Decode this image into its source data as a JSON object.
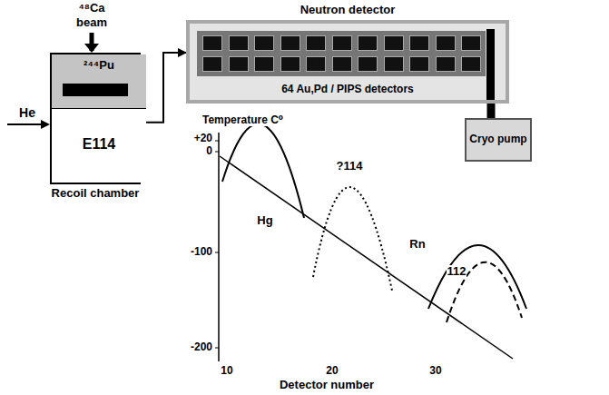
{
  "diagram": {
    "nodes": [
      {
        "text": [
          "Recoil chamber"
        ]
      },
      {
        "text": [
          "²⁴⁴Pu"
        ],
        "in": 0
      },
      {
        "text": [
          "E114"
        ],
        "in": 0
      },
      {
        "text": [
          "Neutron detector",
          "64 Au,Pd / PIPS detectors"
        ]
      },
      {
        "text": [
          "Cryo pump"
        ]
      }
    ],
    "edges": [
      {
        "from": 0,
        "to": 3,
        "arrow": "to"
      },
      {
        "from": 3,
        "to": 4,
        "arrow": "none"
      }
    ],
    "labels": [
      "⁴⁸Ca",
      "beam",
      "He",
      "+20",
      "0",
      "-100",
      "-200",
      "Temperature C⁰",
      "10",
      "20",
      "30",
      "Detector number",
      "Hg",
      "?114",
      "Rn",
      "112"
    ]
  }
}
